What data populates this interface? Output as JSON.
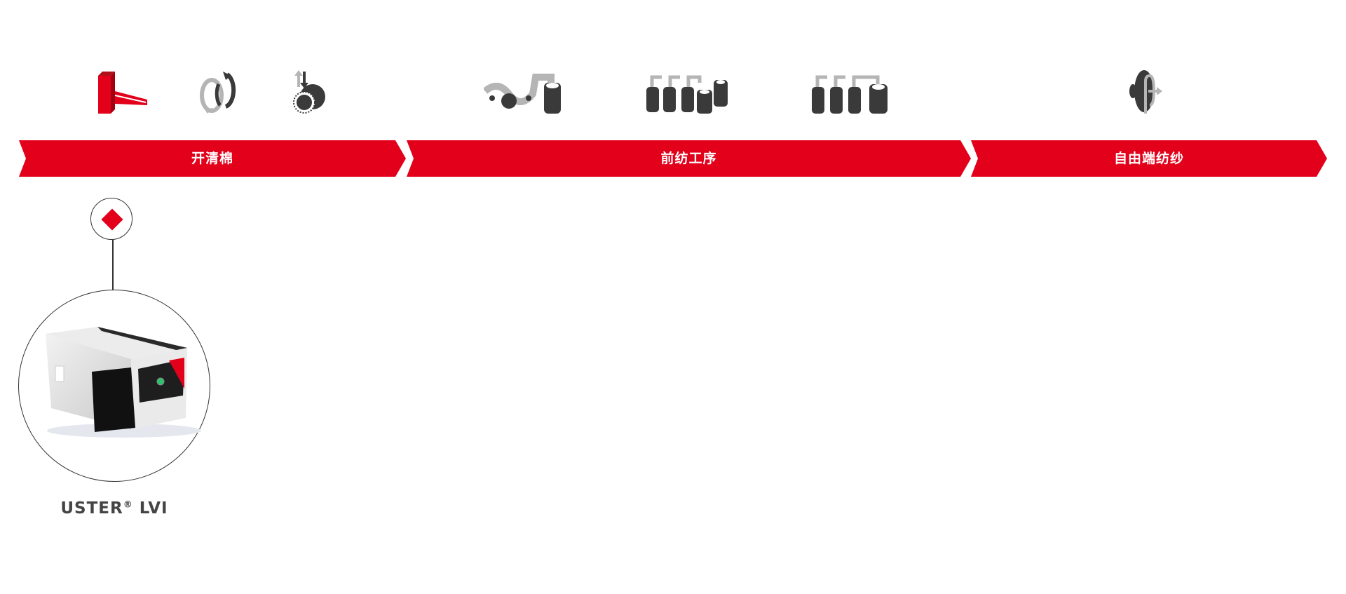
{
  "colors": {
    "brand": "#e2001a",
    "dark": "#3a3a3a",
    "grey": "#b5b5b5"
  },
  "process_icons": [
    {
      "name": "bale-opener-icon"
    },
    {
      "name": "cleaner-rotation-icon"
    },
    {
      "name": "carding-drum-icon"
    },
    {
      "name": "drafting-can-icon"
    },
    {
      "name": "draw-frame-cans-icon"
    },
    {
      "name": "draw-frame-cans-2-icon"
    },
    {
      "name": "rotor-spinning-icon"
    }
  ],
  "stages": [
    {
      "label": "开清棉"
    },
    {
      "label": "前纺工序"
    },
    {
      "label": "自由端纺纱"
    }
  ],
  "product": {
    "name": "USTER",
    "mark": "®",
    "model": "LVI"
  }
}
